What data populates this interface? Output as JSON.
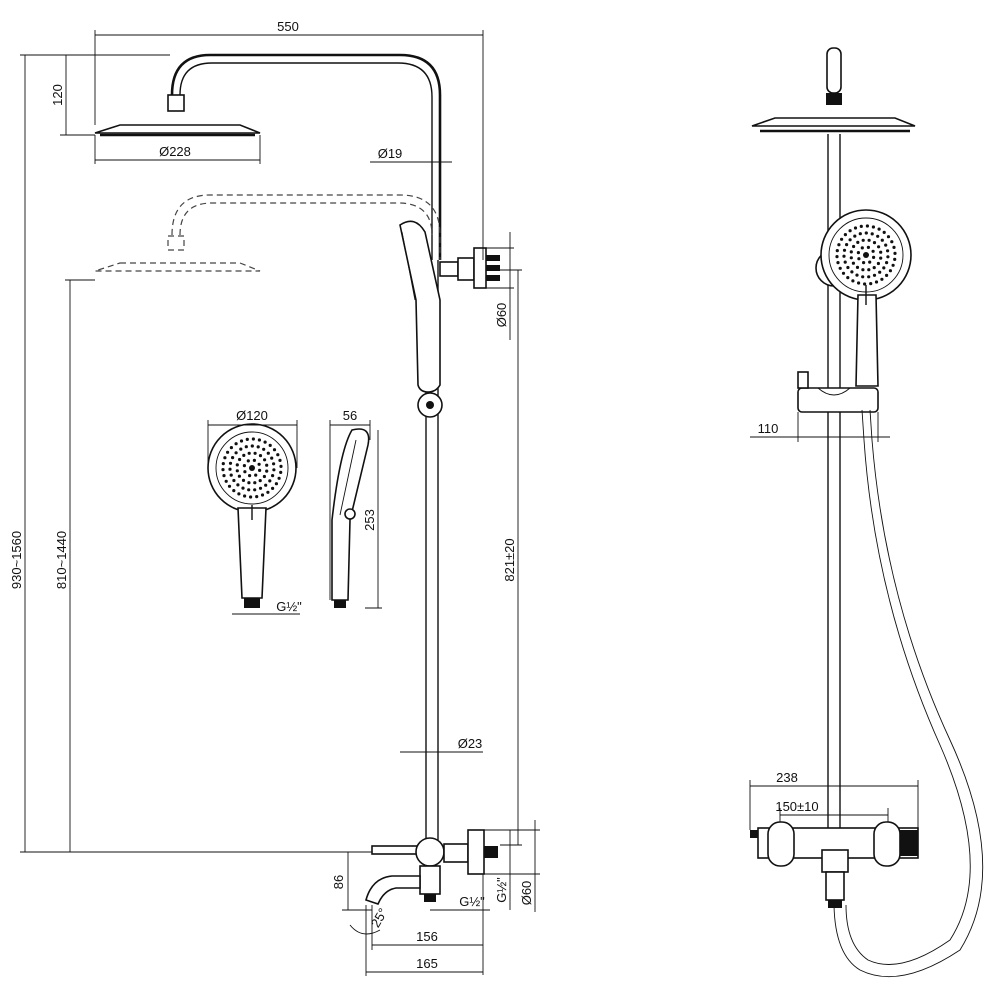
{
  "dimensions": {
    "width_total": "550",
    "head_height": "120",
    "head_diameter": "Ø228",
    "pipe_diameter": "Ø19",
    "bracket_diameter_top": "Ø60",
    "handshower_diameter": "Ø120",
    "handshower_depth": "56",
    "handshower_length": "253",
    "handshower_thread": "G½\"",
    "total_height_range": "930~1560",
    "head_height_range": "810~1440",
    "rail_length": "821±20",
    "rail_diameter": "Ø23",
    "spout_height": "86",
    "spout_angle": "25°",
    "bottom_thread": "G½\"",
    "bottom_thread_v": "G½\"",
    "bracket_diameter_bottom": "Ø60",
    "spout_reach": "156",
    "spout_total": "165",
    "slider_offset": "110",
    "mixer_width": "238",
    "mixer_centers": "150±10"
  }
}
